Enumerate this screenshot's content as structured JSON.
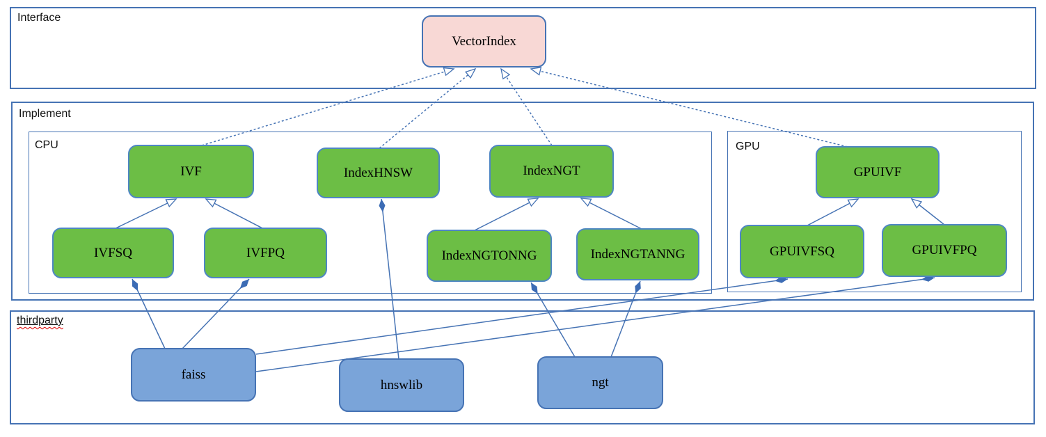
{
  "sections": {
    "interface": {
      "label": "Interface"
    },
    "implement": {
      "label": "Implement"
    },
    "cpu": {
      "label": "CPU"
    },
    "gpu": {
      "label": "GPU"
    },
    "thirdparty": {
      "label": "thirdparty"
    }
  },
  "nodes": {
    "vectorindex": {
      "label": "VectorIndex",
      "kind": "interface",
      "section": "interface"
    },
    "ivf": {
      "label": "IVF",
      "kind": "class",
      "section": "cpu"
    },
    "indexhnsw": {
      "label": "IndexHNSW",
      "kind": "class",
      "section": "cpu"
    },
    "indexngt": {
      "label": "IndexNGT",
      "kind": "class",
      "section": "cpu"
    },
    "ivfsq": {
      "label": "IVFSQ",
      "kind": "class",
      "section": "cpu"
    },
    "ivfpq": {
      "label": "IVFPQ",
      "kind": "class",
      "section": "cpu"
    },
    "indexngtonng": {
      "label": "IndexNGTONNG",
      "kind": "class",
      "section": "cpu"
    },
    "indexngtanng": {
      "label": "IndexNGTANNG",
      "kind": "class",
      "section": "cpu"
    },
    "gpuivf": {
      "label": "GPUIVF",
      "kind": "class",
      "section": "gpu"
    },
    "gpuivfsq": {
      "label": "GPUIVFSQ",
      "kind": "class",
      "section": "gpu"
    },
    "gpuivfpq": {
      "label": "GPUIVFPQ",
      "kind": "class",
      "section": "gpu"
    },
    "faiss": {
      "label": "faiss",
      "kind": "library",
      "section": "thirdparty"
    },
    "hnswlib": {
      "label": "hnswlib",
      "kind": "library",
      "section": "thirdparty"
    },
    "ngt": {
      "label": "ngt",
      "kind": "library",
      "section": "thirdparty"
    }
  },
  "edges": [
    {
      "from": "IVF",
      "to": "VectorIndex",
      "relation": "realization"
    },
    {
      "from": "IndexHNSW",
      "to": "VectorIndex",
      "relation": "realization"
    },
    {
      "from": "IndexNGT",
      "to": "VectorIndex",
      "relation": "realization"
    },
    {
      "from": "GPUIVF",
      "to": "VectorIndex",
      "relation": "realization"
    },
    {
      "from": "IVFSQ",
      "to": "IVF",
      "relation": "inheritance"
    },
    {
      "from": "IVFPQ",
      "to": "IVF",
      "relation": "inheritance"
    },
    {
      "from": "IndexNGTONNG",
      "to": "IndexNGT",
      "relation": "inheritance"
    },
    {
      "from": "IndexNGTANNG",
      "to": "IndexNGT",
      "relation": "inheritance"
    },
    {
      "from": "GPUIVFSQ",
      "to": "GPUIVF",
      "relation": "inheritance"
    },
    {
      "from": "GPUIVFPQ",
      "to": "GPUIVF",
      "relation": "inheritance"
    },
    {
      "from": "IVFSQ",
      "to": "faiss",
      "relation": "composition"
    },
    {
      "from": "IVFPQ",
      "to": "faiss",
      "relation": "composition"
    },
    {
      "from": "GPUIVFSQ",
      "to": "faiss",
      "relation": "composition"
    },
    {
      "from": "GPUIVFPQ",
      "to": "faiss",
      "relation": "composition"
    },
    {
      "from": "IndexHNSW",
      "to": "hnswlib",
      "relation": "composition"
    },
    {
      "from": "IndexNGTONNG",
      "to": "ngt",
      "relation": "composition"
    },
    {
      "from": "IndexNGTANNG",
      "to": "ngt",
      "relation": "composition"
    }
  ],
  "colors": {
    "class_fill": "#6cbe45",
    "interface_fill": "#f8d8d5",
    "library_fill": "#7aa4d9",
    "line": "#4673b4",
    "diamond_fill": "#3c6cb5",
    "section_border": "#4673b4",
    "spellcheck": "#e00000"
  }
}
